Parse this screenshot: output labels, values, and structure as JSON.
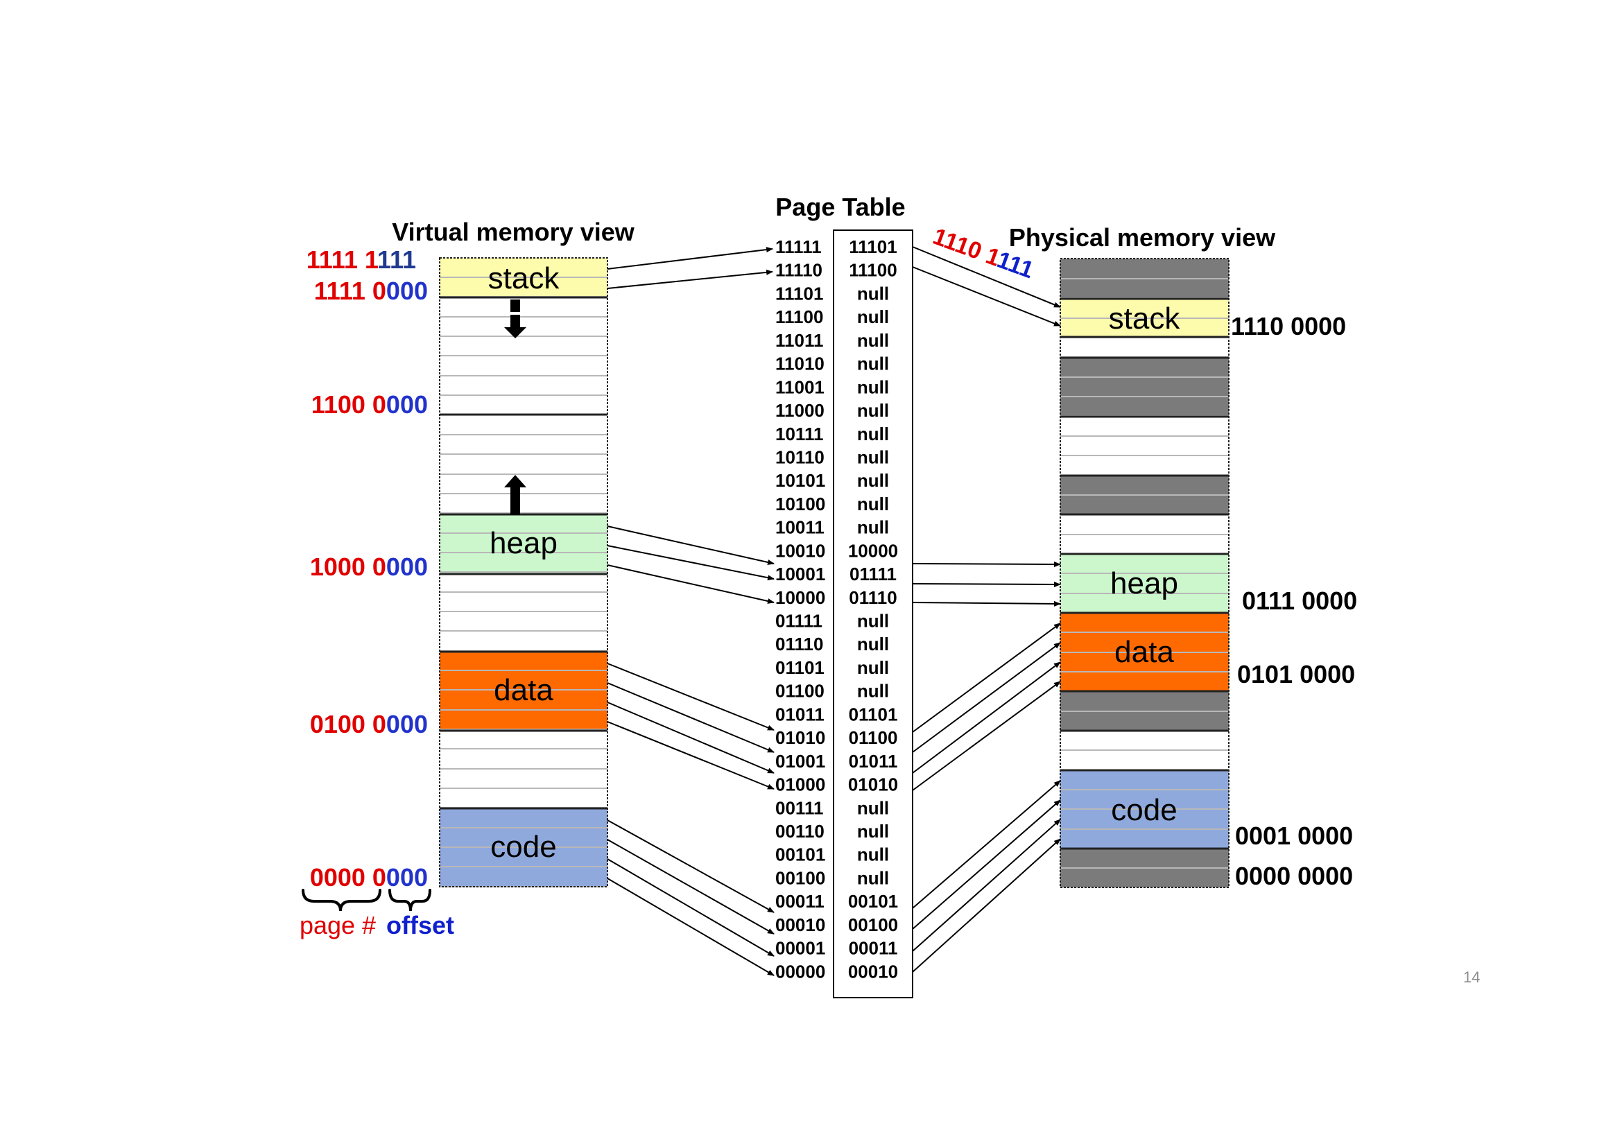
{
  "slide_number": "14",
  "colors": {
    "page_bits": "#e00000",
    "offset_bits": "#2233cc",
    "stack": "#fdfcac",
    "heap": "#ccf7cc",
    "data": "#ff6a00",
    "code": "#8fa9dd",
    "unused": "#7b7b7b",
    "free": "#ffffff"
  },
  "virtual": {
    "title": "Virtual memory view",
    "segments": [
      {
        "key": "stack",
        "label": "stack"
      },
      {
        "key": "heap",
        "label": "heap"
      },
      {
        "key": "data",
        "label": "data"
      },
      {
        "key": "code",
        "label": "code"
      }
    ],
    "addresses": [
      {
        "page": "1111 1",
        "offset": "111"
      },
      {
        "page": "1111 0",
        "offset": "000"
      },
      {
        "page": "1100 0",
        "offset": "000"
      },
      {
        "page": "1000 0",
        "offset": "000"
      },
      {
        "page": "0100 0",
        "offset": "000"
      },
      {
        "page": "0000 0",
        "offset": "000"
      }
    ],
    "legend": {
      "page": "page #",
      "offset": "offset"
    }
  },
  "page_table": {
    "title": "Page Table",
    "rows": [
      {
        "vpn": "11111",
        "ppn": "11101"
      },
      {
        "vpn": "11110",
        "ppn": "11100"
      },
      {
        "vpn": "11101",
        "ppn": "null"
      },
      {
        "vpn": "11100",
        "ppn": "null"
      },
      {
        "vpn": "11011",
        "ppn": "null"
      },
      {
        "vpn": "11010",
        "ppn": "null"
      },
      {
        "vpn": "11001",
        "ppn": "null"
      },
      {
        "vpn": "11000",
        "ppn": "null"
      },
      {
        "vpn": "10111",
        "ppn": "null"
      },
      {
        "vpn": "10110",
        "ppn": "null"
      },
      {
        "vpn": "10101",
        "ppn": "null"
      },
      {
        "vpn": "10100",
        "ppn": "null"
      },
      {
        "vpn": "10011",
        "ppn": "null"
      },
      {
        "vpn": "10010",
        "ppn": "10000"
      },
      {
        "vpn": "10001",
        "ppn": "01111"
      },
      {
        "vpn": "10000",
        "ppn": "01110"
      },
      {
        "vpn": "01111",
        "ppn": "null"
      },
      {
        "vpn": "01110",
        "ppn": "null"
      },
      {
        "vpn": "01101",
        "ppn": "null"
      },
      {
        "vpn": "01100",
        "ppn": "null"
      },
      {
        "vpn": "01011",
        "ppn": "01101"
      },
      {
        "vpn": "01010",
        "ppn": "01100"
      },
      {
        "vpn": "01001",
        "ppn": "01011"
      },
      {
        "vpn": "01000",
        "ppn": "01010"
      },
      {
        "vpn": "00111",
        "ppn": "null"
      },
      {
        "vpn": "00110",
        "ppn": "null"
      },
      {
        "vpn": "00101",
        "ppn": "null"
      },
      {
        "vpn": "00100",
        "ppn": "null"
      },
      {
        "vpn": "00011",
        "ppn": "00101"
      },
      {
        "vpn": "00010",
        "ppn": "00100"
      },
      {
        "vpn": "00001",
        "ppn": "00011"
      },
      {
        "vpn": "00000",
        "ppn": "00010"
      }
    ]
  },
  "physical": {
    "title": "Physical memory view",
    "segments": [
      {
        "key": "stack",
        "label": "stack"
      },
      {
        "key": "heap",
        "label": "heap"
      },
      {
        "key": "data",
        "label": "data"
      },
      {
        "key": "code",
        "label": "code"
      }
    ],
    "translated": {
      "page": "1110 1",
      "offset": "111"
    },
    "addresses": [
      "1110 0000",
      "0111 0000",
      "0101 0000",
      "0001 0000",
      "0000 0000"
    ]
  }
}
